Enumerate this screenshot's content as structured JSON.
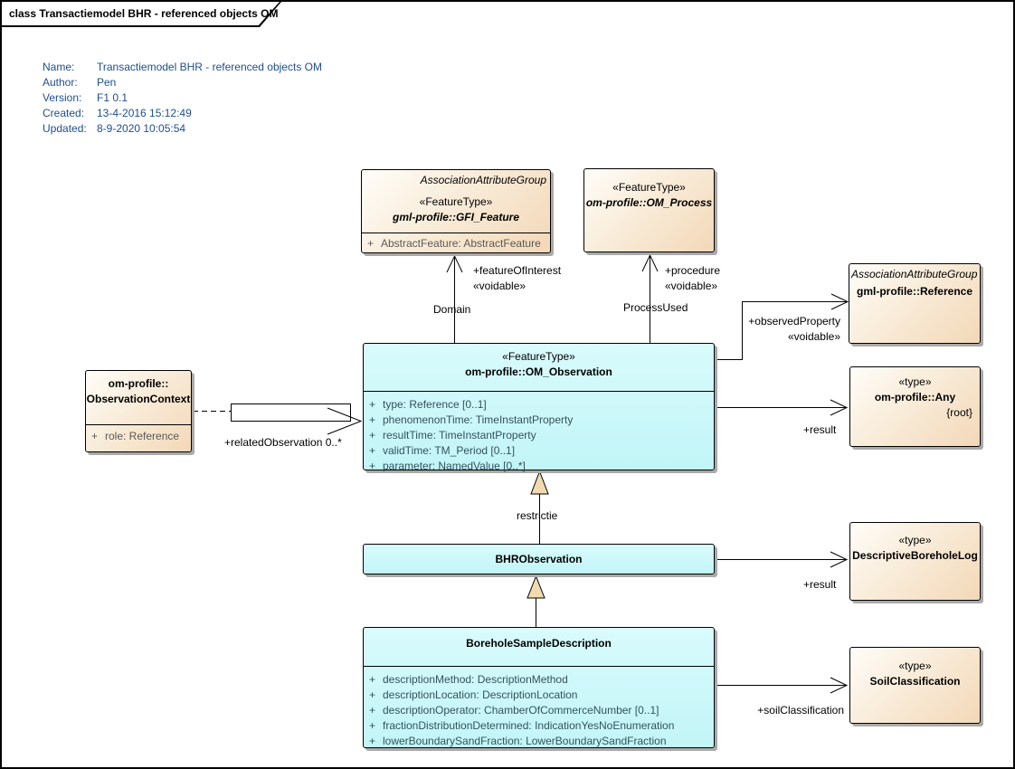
{
  "frame": {
    "title": "class Transactiemodel BHR - referenced objects OM"
  },
  "metadata": {
    "rows": [
      {
        "label": "Name:",
        "value": "Transactiemodel BHR - referenced objects OM"
      },
      {
        "label": "Author:",
        "value": "Pen"
      },
      {
        "label": "Version:",
        "value": "F1 0.1"
      },
      {
        "label": "Created:",
        "value": "13-4-2016 15:12:49"
      },
      {
        "label": "Updated:",
        "value": "8-9-2020 10:05:54"
      }
    ]
  },
  "colors": {
    "metadata_text": "#1F4E8C",
    "feature_box_fill": "#F3D8B8",
    "observation_box_fill": "#C2F5F7",
    "generalization_fill": "#F0DBB0",
    "shadow": "#AAAAAA"
  },
  "classes": {
    "gfi_feature": {
      "group": "AssociationAttributeGroup",
      "stereotype": "«FeatureType»",
      "name": "gml-profile::GFI_Feature",
      "attributes": [
        {
          "vis": "+",
          "text": "AbstractFeature: AbstractFeature"
        }
      ]
    },
    "om_process": {
      "stereotype": "«FeatureType»",
      "name": "om-profile::OM_Process"
    },
    "reference": {
      "group": "AssociationAttributeGroup",
      "name": "gml-profile::Reference"
    },
    "observation_context": {
      "name_line1": "om-profile::",
      "name_line2": "ObservationContext",
      "attributes": [
        {
          "vis": "+",
          "text": "role: Reference"
        }
      ]
    },
    "om_observation": {
      "stereotype": "«FeatureType»",
      "name": "om-profile::OM_Observation",
      "attributes": [
        {
          "vis": "+",
          "text": "type: Reference [0..1]"
        },
        {
          "vis": "+",
          "text": "phenomenonTime: TimeInstantProperty"
        },
        {
          "vis": "+",
          "text": "resultTime: TimeInstantProperty"
        },
        {
          "vis": "+",
          "text": "validTime: TM_Period [0..1]"
        },
        {
          "vis": "+",
          "text": "parameter: NamedValue [0..*]"
        }
      ]
    },
    "any": {
      "stereotype": "«type»",
      "name": "om-profile::Any",
      "constraint": "{root}"
    },
    "bhr_observation": {
      "name": "BHRObservation"
    },
    "descriptive_borehole_log": {
      "stereotype": "«type»",
      "name": "DescriptiveBoreholeLog"
    },
    "borehole_sample_description": {
      "name": "BoreholeSampleDescription",
      "attributes": [
        {
          "vis": "+",
          "text": "descriptionMethod: DescriptionMethod"
        },
        {
          "vis": "+",
          "text": "descriptionLocation: DescriptionLocation"
        },
        {
          "vis": "+",
          "text": "descriptionOperator: ChamberOfCommerceNumber [0..1]"
        },
        {
          "vis": "+",
          "text": "fractionDistributionDetermined: IndicationYesNoEnumeration"
        },
        {
          "vis": "+",
          "text": "lowerBoundarySandFraction: LowerBoundarySandFraction"
        }
      ]
    },
    "soil_classification": {
      "stereotype": "«type»",
      "name": "SoilClassification"
    }
  },
  "connectors": {
    "feature_of_interest": {
      "role": "+featureOfInterest",
      "stereotype": "«voidable»",
      "name": "Domain"
    },
    "procedure": {
      "role": "+procedure",
      "stereotype": "«voidable»",
      "name": "ProcessUsed"
    },
    "observed_property": {
      "role": "+observedProperty",
      "stereotype": "«voidable»"
    },
    "result_observation": {
      "role": "+result"
    },
    "related_observation": {
      "role": "+relatedObservation 0..*"
    },
    "restrictie": {
      "name": "restrictie"
    },
    "result_bhr": {
      "role": "+result"
    },
    "soil_classification": {
      "role": "+soilClassification"
    }
  }
}
